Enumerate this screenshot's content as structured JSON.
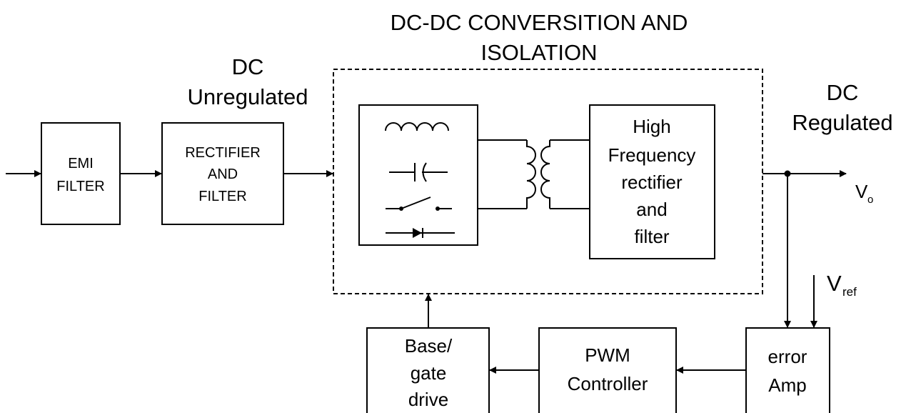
{
  "titles": {
    "dcdc_line1": "DC-DC CONVERSITION AND",
    "dcdc_line2": "ISOLATION",
    "dc_unreg_line1": "DC",
    "dc_unreg_line2": "Unregulated",
    "dc_reg_line1": "DC",
    "dc_reg_line2": "Regulated"
  },
  "blocks": {
    "emi": [
      "EMI",
      "FILTER"
    ],
    "rectifier": [
      "RECTIFIER",
      "AND",
      "FILTER"
    ],
    "hf_rectifier": [
      "High",
      "Frequency",
      "rectifier",
      "and",
      "filter"
    ],
    "base_gate": [
      "Base/",
      "gate",
      "drive"
    ],
    "pwm": [
      "PWM",
      "Controller"
    ],
    "error_amp": [
      "error",
      "Amp"
    ]
  },
  "signals": {
    "vo_main": "V",
    "vo_sub": "o",
    "vref_main": "V",
    "vref_sub": "ref"
  }
}
